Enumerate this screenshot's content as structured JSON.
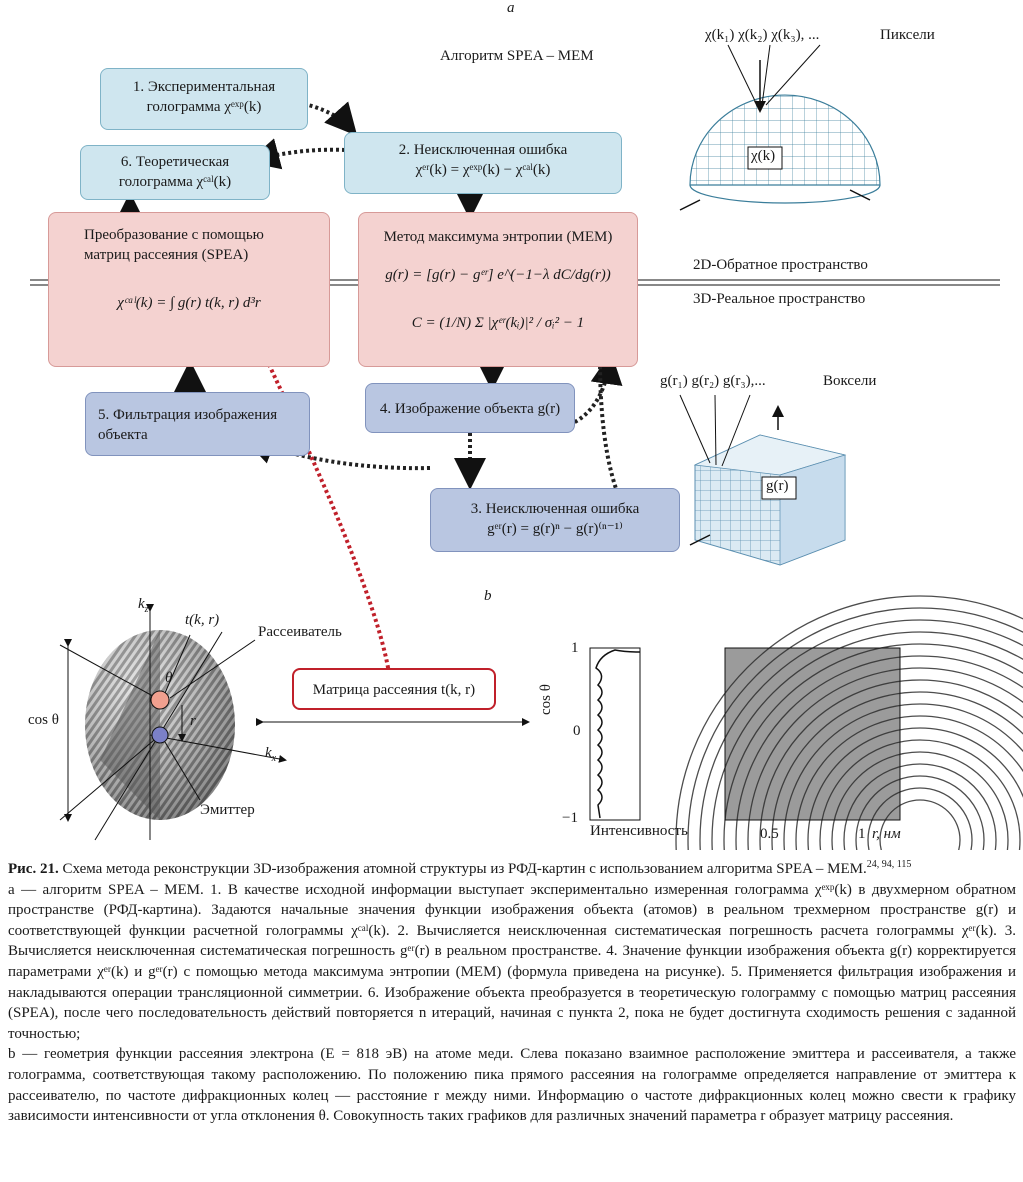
{
  "panel_a_label": "a",
  "panel_b_label": "b",
  "algorithm_title": "Алгоритм SPEA – MEM",
  "boxes": {
    "b1": {
      "line1": "1. Экспериментальная",
      "line2": "голограмма χᵉˣᵖ(k)"
    },
    "b6": {
      "line1": "6. Теоретическая",
      "line2": "голограмма χᶜᵃˡ(k)"
    },
    "b2": {
      "line1": "2. Неисключенная ошибка",
      "line2": "χᵉʳ(k) = χᵉˣᵖ(k) − χᶜᵃˡ(k)"
    },
    "spea": {
      "line1": "Преобразование с помощью",
      "line2": "матриц рассеяния (SPEA)",
      "formula": "χᶜᵃˡ(k) = ∫ g(r) t(k, r) d³r"
    },
    "mem": {
      "title": "Метод максимума энтропии (MEM)",
      "formula1": "g(r) = [g(r) − gᵉʳ] e^(−1−λ dC/dg(r))",
      "formula2": "C = (1/N) Σ |χᵉʳ(kᵢ)|² / σᵢ² − 1"
    },
    "b5": {
      "line1": "5. Фильтрация изображения",
      "line2": "объекта"
    },
    "b4": {
      "line1": "4. Изображение объекта g(r)"
    },
    "b3": {
      "line1": "3. Неисключенная ошибка",
      "line2": "gᵉʳ(r) = g(r)ⁿ − g(r)⁽ⁿ⁻¹⁾"
    }
  },
  "space_labels": {
    "reciprocal": "2D-Обратное пространство",
    "real": "3D-Реальное пространство"
  },
  "sphere": {
    "labels": "χ(k₁)  χ(k₂)  χ(k₃), ...",
    "title": "Пиксели",
    "center": "χ(k)"
  },
  "voxel": {
    "labels": "g(r₁)  g(r₂)  g(r₃),...",
    "title": "Воксели",
    "center": "g(r)"
  },
  "panel_b": {
    "kz": "k",
    "kz_sub": "z",
    "kx": "k",
    "kx_sub": "x",
    "t_label": "t(k, r)",
    "scatterer": "Рассеиватель",
    "theta": "θ",
    "r": "r",
    "cos_theta": "cos θ",
    "emitter": "Эмиттер",
    "matrix": "Матрица рассеяния t(k, r)",
    "plot_ylabel": "cos θ",
    "plot_ticks": [
      "1",
      "0",
      "−1"
    ],
    "plot_xlabel": "Интенсивность",
    "image_ticks": [
      "0.5",
      "1"
    ],
    "image_unit": "r, нм"
  },
  "caption": {
    "fig_label": "Рис. 21.",
    "title": "Схема метода реконструкции 3D-изображения атомной структуры из РФД-картин с использованием алгоритма SPEA – MEM.",
    "refs": "24, 94, 115",
    "para_a": "a — алгоритм SPEA – MEM. 1. В качестве исходной информации выступает экспериментально измеренная голограмма χᵉˣᵖ(k) в двухмерном обратном пространстве (РФД-картина). Задаются начальные значения функции изображения объекта (атомов) в реальном трехмерном пространстве g(r) и соответствующей функции расчетной голограммы χᶜᵃˡ(k). 2. Вычисляется неисключенная систематическая погрешность расчета голограммы χᵉʳ(k). 3. Вычисляется неисключенная систематическая погрешность gᵉʳ(r) в реальном пространстве. 4. Значение функции изображения объекта g(r) корректируется параметрами χᵉʳ(k) и gᵉʳ(r) с помощью метода максимума энтропии (MEM) (формула приведена на рисунке). 5. Применяется фильтрация изображения и накладываются операции трансляционной симметрии. 6. Изображение объекта преобразуется в теоретическую голограмму с помощью матриц рассеяния (SPEA), после чего последовательность действий повторяется n итераций, начиная с пункта 2, пока не будет достигнута сходимость решения с заданной точностью;",
    "para_b": "b — геометрия функции рассеяния электрона (E = 818 эВ) на атоме меди. Слева показано взаимное расположение эмиттера и рассеивателя, а также голограмма, соответствующая такому расположению. По положению пика прямого рассеяния на голограмме определяется направление от эмиттера к рассеивателю, по частоте дифракционных колец — расстояние r между ними. Информацию о частоте дифракционных колец можно свести к графику зависимости интенсивности от угла отклонения θ. Совокупность таких графиков для различных значений параметра r образует матрицу рассеяния."
  }
}
